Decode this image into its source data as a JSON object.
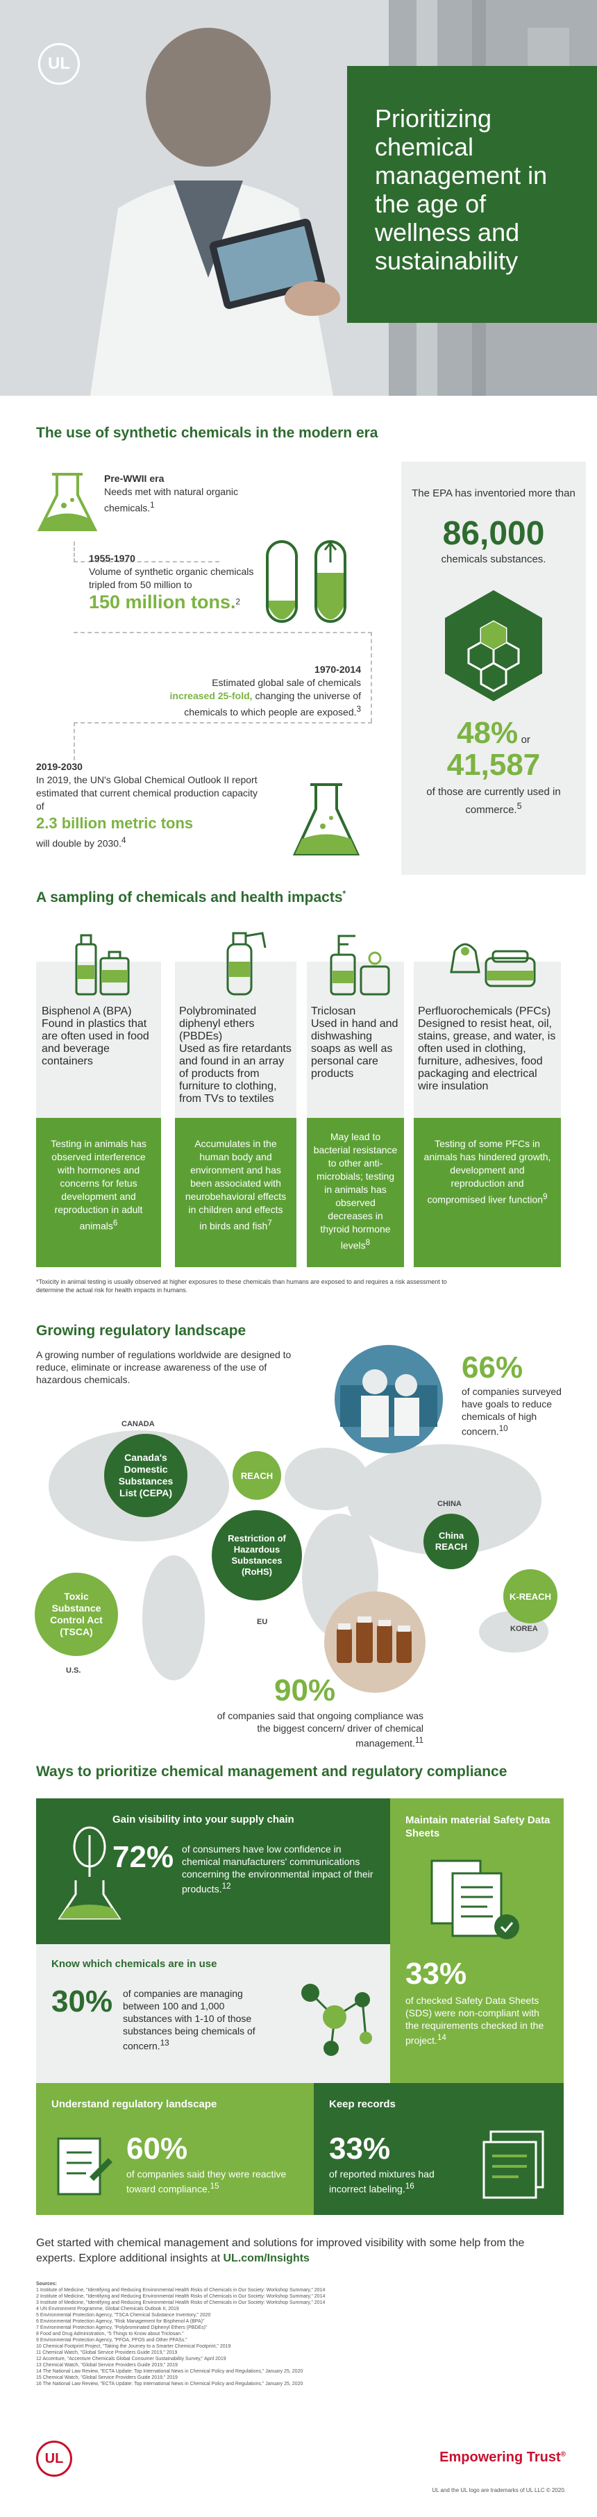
{
  "hero": {
    "logo": "UL",
    "title": "Prioritizing chemical management in the age of wellness and sustainability"
  },
  "section1": {
    "heading": "The use of synthetic chemicals in the modern era",
    "pre_wwii_label": "Pre-WWII era",
    "pre_wwii_text": "Needs met with natural organic chemicals.",
    "pre_wwii_sup": "1",
    "p1955_label": "1955-1970",
    "p1955_text": "Volume of synthetic organic chemicals tripled from 50 million to",
    "p1955_big": "150 million tons.",
    "p1955_sup": "2",
    "p1970_label": "1970-2014",
    "p1970_text_a": "Estimated global sale of chemicals",
    "p1970_highlight": "increased 25-fold,",
    "p1970_text_b": "changing the universe of chemicals to which people are exposed.",
    "p1970_sup": "3",
    "p2019_label": "2019-2030",
    "p2019_text": "In 2019, the UN's Global Chemical Outlook II report estimated that current chemical production capacity of",
    "p2019_big": "2.3 billion metric tons",
    "p2019_text_b": "will double by 2030.",
    "p2019_sup": "4",
    "epa_text_a": "The EPA has inventoried more than",
    "epa_number": "86,000",
    "epa_text_b": "chemicals substances.",
    "epa_pct": "48%",
    "epa_or": "or",
    "epa_count": "41,587",
    "epa_text_c": "of those are currently used in commerce.",
    "epa_sup": "5"
  },
  "section2": {
    "heading": "A sampling of chemicals and health impacts",
    "heading_sup": "*",
    "chemicals": [
      {
        "name": "Bisphenol A (BPA)",
        "desc": "Found in plastics that are often used in food and beverage containers",
        "impact": "Testing in animals has observed interference with hormones and concerns for fetus development and reproduction in adult animals",
        "sup": "6"
      },
      {
        "name": "Polybrominated diphenyl ethers (PBDEs)",
        "desc": "Used as fire retardants and found in an array of products from furniture to clothing, from TVs to textiles",
        "impact": "Accumulates in the human body and environment and has been associated with neurobehavioral effects in children and effects in birds and fish",
        "sup": "7"
      },
      {
        "name": "Triclosan",
        "desc": "Used in hand and dishwashing soaps as well as personal care products",
        "impact": "May lead to bacterial resistance to other anti-microbials; testing in animals has observed decreases in thyroid hormone levels",
        "sup": "8"
      },
      {
        "name": "Perfluorochemicals (PFCs)",
        "desc": "Designed to resist heat, oil, stains, grease, and water, is often used in clothing, furniture, adhesives, food packaging and electrical wire insulation",
        "impact": "Testing of some PFCs in animals has hindered growth, development and reproduction and compromised liver function",
        "sup": "9"
      }
    ],
    "footnote": "*Toxicity in animal testing is usually observed at higher exposures to these chemicals than humans are exposed to and requires a risk assessment to determine the actual risk for health impacts in humans."
  },
  "section3": {
    "heading": "Growing regulatory landscape",
    "intro": "A growing number of regulations worldwide are designed to reduce, eliminate or increase awareness of the use of hazardous chemicals.",
    "stat1_pct": "66%",
    "stat1_text": "of companies surveyed have goals to reduce chemicals of high concern.",
    "stat1_sup": "10",
    "stat2_pct": "90%",
    "stat2_text": "of companies said that ongoing compliance was the biggest concern/ driver of chemical management.",
    "stat2_sup": "11",
    "regions": {
      "canada": "CANADA",
      "us": "U.S.",
      "eu": "EU",
      "china": "CHINA",
      "korea": "KOREA"
    },
    "regs": {
      "cepa": "Canada's Domestic Substances List (CEPA)",
      "tsca": "Toxic Substance Control Act (TSCA)",
      "reach": "REACH",
      "rohs": "Restriction of Hazardous Substances (RoHS)",
      "china_reach": "China REACH",
      "k_reach": "K-REACH"
    }
  },
  "section4": {
    "heading": "Ways to prioritize chemical management and regulatory compliance",
    "visibility_title": "Gain visibility into your supply chain",
    "visibility_pct": "72%",
    "visibility_text": "of consumers have low confidence in chemical manufacturers' communications concerning the environmental impact of their products.",
    "visibility_sup": "12",
    "know_title": "Know which chemicals are in use",
    "know_pct": "30%",
    "know_text": "of companies are managing between 100 and 1,000 substances with 1-10 of those substances being chemicals of concern.",
    "know_sup": "13",
    "sds_title": "Maintain material Safety Data Sheets",
    "sds_pct": "33%",
    "sds_text": "of checked Safety Data Sheets (SDS) were non-compliant with the requirements checked in the project.",
    "sds_sup": "14",
    "understand_title": "Understand regulatory landscape",
    "understand_pct": "60%",
    "understand_text": "of companies said they were reactive toward compliance.",
    "understand_sup": "15",
    "records_title": "Keep records",
    "records_pct": "33%",
    "records_text": "of reported mixtures had incorrect labeling.",
    "records_sup": "16"
  },
  "cta": {
    "text": "Get started with chemical management and solutions for improved visibility with some help from the experts. Explore additional insights at",
    "link": "UL.com/Insights"
  },
  "sources": {
    "heading": "Sources:",
    "items": [
      "1  Institute of Medicine, \"Identifying and Reducing Environmental Health Risks of Chemicals in Our Society: Workshop Summary,\" 2014",
      "2  Institute of Medicine, \"Identifying and Reducing Environmental Health Risks of Chemicals in Our Society: Workshop Summary,\" 2014",
      "3  Institute of Medicine, \"Identifying and Reducing Environmental Health Risks of Chemicals in Our Society: Workshop Summary,\" 2014",
      "4  UN Environment Programme, Global Chemicals Outlook II, 2019",
      "5  Environmental Protection Agency, \"TSCA Chemical Substance Inventory,\" 2020",
      "6  Environmental Protection Agency, \"Risk Management for Bisphenol A (BPA)\"",
      "7  Environmental Protection Agency, \"Polybrominated Diphenyl Ethers (PBDEs)\"",
      "8  Food and Drug Administration, \"5 Things to Know about Triclosan.\"",
      "9  Environmental Protection Agency, \"PFOA, PFOS and Other PFASs.\"",
      "10  Chemical Footprint Project, \"Taking the Journey to a Smarter Chemical Footprint,\" 2019",
      "11  Chemical Watch, \"Global Service Providers Guide 2019,\" 2019",
      "12  Accenture, \"Accenture Chemicals Global Consumer Sustainability Survey,\" April 2019",
      "13  Chemical Watch, \"Global Service Providers Guide 2019,\" 2019",
      "14  The National Law Review, \"ECTA Update: Top International News in Chemical Policy and Regulations,\" January 25, 2020",
      "15  Chemical Watch, \"Global Service Providers Guide 2019,\" 2019",
      "16  The National Law Review, \"ECTA Update: Top International News in Chemical Policy and Regulations,\" January 25, 2020"
    ]
  },
  "footer": {
    "logo": "UL",
    "tagline": "Empowering Trust",
    "tagline_mark": "®",
    "legal": "UL and the UL logo are trademarks of UL LLC © 2020."
  },
  "colors": {
    "dark_green": "#2e6b2f",
    "light_green": "#7cb342",
    "mid_green": "#5ca035",
    "panel_gray": "#eeefef",
    "red": "#c8102e"
  }
}
